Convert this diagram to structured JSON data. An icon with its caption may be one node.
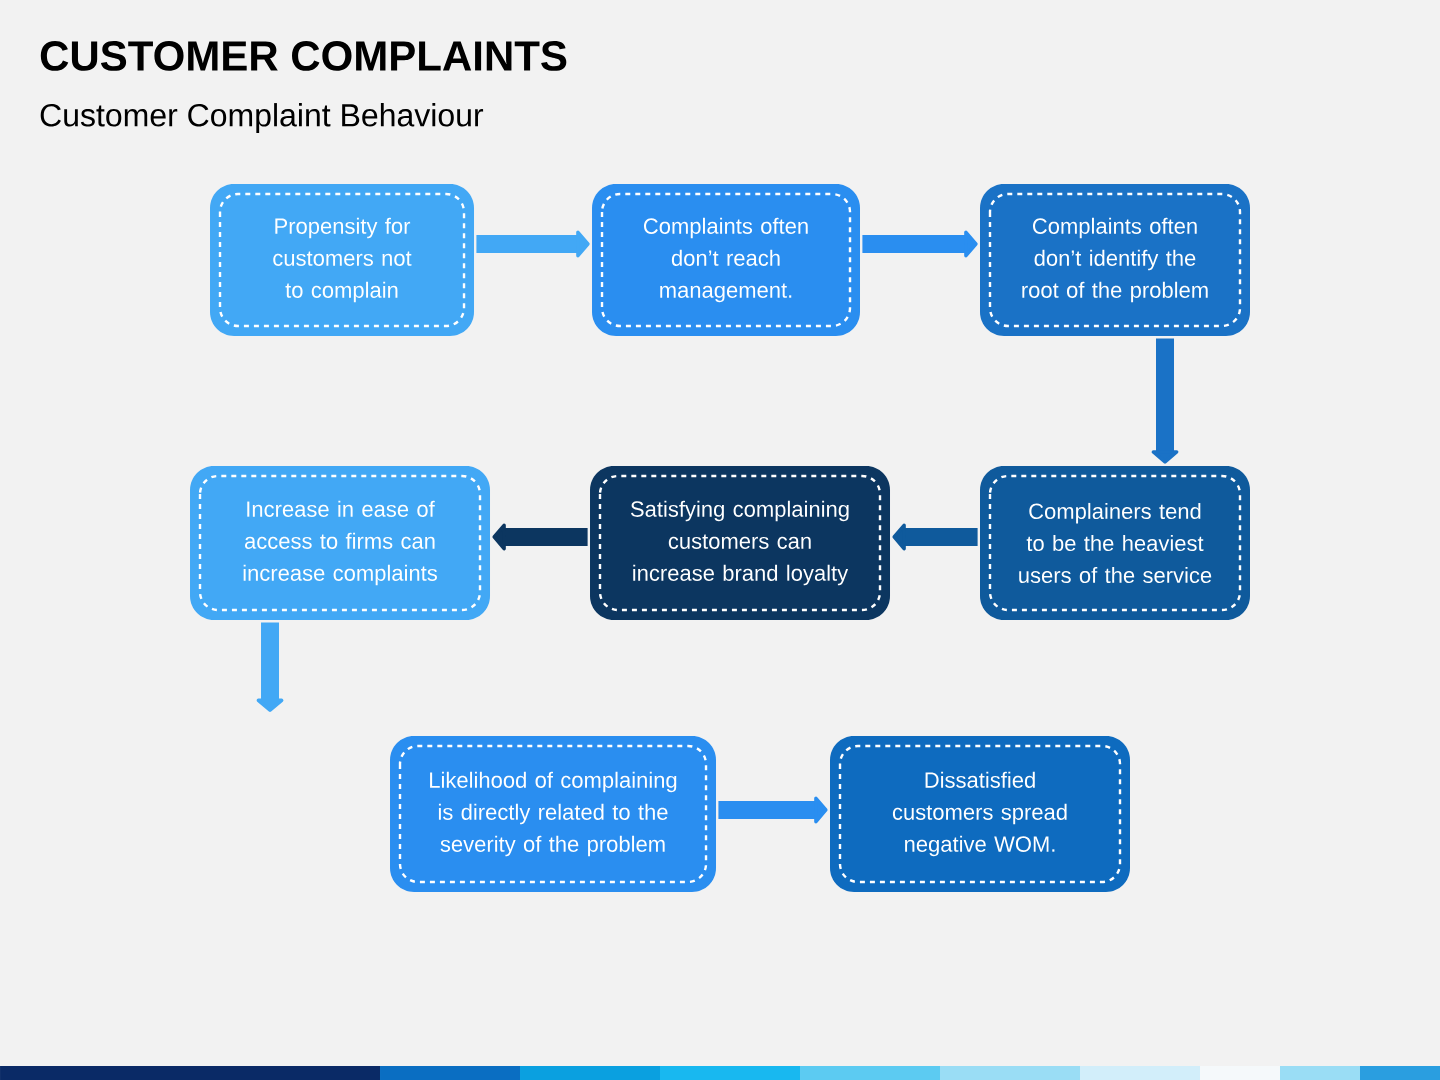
{
  "diagram": {
    "title": "CUSTOMER COMPLAINTS",
    "caption": "Customer Complaint Behaviour",
    "nodes": [
      {
        "text": [
          "Propensity for customers not to complain"
        ]
      },
      {
        "text": [
          "Complaints often don’t reach management."
        ]
      },
      {
        "text": [
          "Complaints often don’t identify the root of the problem"
        ]
      },
      {
        "text": [
          "Increase in ease of access to firms can increase complaints"
        ]
      },
      {
        "text": [
          "Satisfying complaining customers can increase brand loyalty"
        ]
      },
      {
        "text": [
          "Complainers tend to be the heaviest users of the service"
        ]
      },
      {
        "text": [
          "Likelihood of complaining is directly related to the severity of the problem"
        ]
      },
      {
        "text": [
          "Dissatisfied customers spread negative WOM."
        ]
      }
    ],
    "edges": [
      {
        "from": 0,
        "to": 1,
        "arrow": "to",
        "color": "#42a8f5"
      },
      {
        "from": 1,
        "to": 2,
        "arrow": "to",
        "color": "#2a8ef0"
      },
      {
        "from": 2,
        "to": 5,
        "arrow": "to",
        "color": "#1a72c6"
      },
      {
        "from": 5,
        "to": 4,
        "arrow": "to",
        "color": "#0f5a9c"
      },
      {
        "from": 4,
        "to": 3,
        "arrow": "to",
        "color": "#0c3660"
      },
      {
        "from": 3,
        "to": null,
        "arrow": "to",
        "color": "#42a8f5"
      },
      {
        "from": 6,
        "to": 7,
        "arrow": "to",
        "color": "#2a8ef0"
      }
    ]
  }
}
